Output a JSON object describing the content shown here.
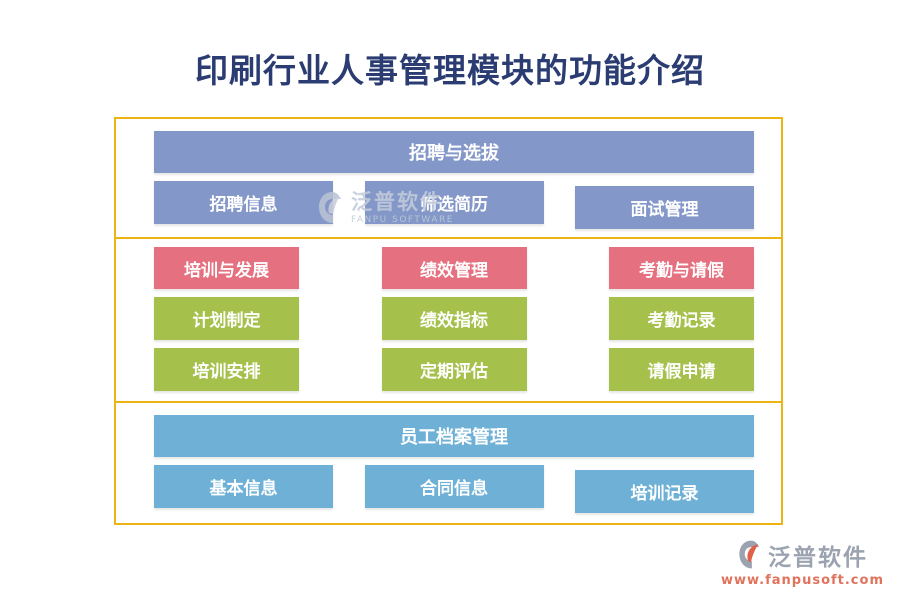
{
  "title": "印刷行业人事管理模块的功能介绍",
  "colors": {
    "title_navy": "#2b3c72",
    "border_gold": "#edb513",
    "periwinkle_blue": "#8497c9",
    "rose_pink": "#e5707f",
    "olive_green": "#a5c04b",
    "sky_blue": "#6fb1d6",
    "logo_gray": "#9ca3b0",
    "logo_red": "#e0735c",
    "watermark_gray": "#c3ccdb"
  },
  "sections": [
    {
      "header": "招聘与选拔",
      "items": [
        "招聘信息",
        "筛选简历",
        "面试管理"
      ]
    },
    {
      "columns": [
        {
          "header": "培训与发展",
          "items": [
            "计划制定",
            "培训安排"
          ]
        },
        {
          "header": "绩效管理",
          "items": [
            "绩效指标",
            "定期评估"
          ]
        },
        {
          "header": "考勤与请假",
          "items": [
            "考勤记录",
            "请假申请"
          ]
        }
      ]
    },
    {
      "header": "员工档案管理",
      "items": [
        "基本信息",
        "合同信息",
        "培训记录"
      ]
    }
  ],
  "watermark": {
    "name": "泛普软件",
    "subtitle": "FANPU SOFTWARE"
  },
  "footer_logo": {
    "name": "泛普软件",
    "url": "www.fanpusoft.com"
  }
}
